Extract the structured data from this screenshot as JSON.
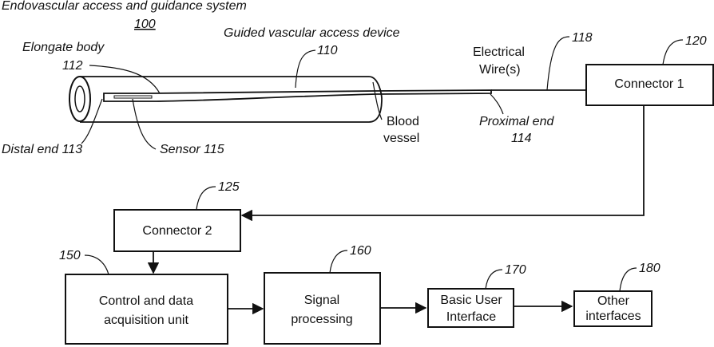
{
  "system": {
    "title": "Endovascular access and guidance system",
    "ref": "100"
  },
  "labels": {
    "device": "Guided vascular access device",
    "device_ref": "110",
    "body": "Elongate body",
    "body_ref": "112",
    "distal": "Distal end 113",
    "sensor": "Sensor 115",
    "vessel_line1": "Blood",
    "vessel_line2": "vessel",
    "proximal": "Proximal end",
    "proximal_ref": "114",
    "wire_line1": "Electrical",
    "wire_line2": "Wire(s)",
    "wire_ref": "118",
    "connector1_ref": "120",
    "connector2_ref": "125",
    "control_ref": "150",
    "signal_ref": "160",
    "ui_ref": "170",
    "other_ref": "180"
  },
  "boxes": {
    "connector1": "Connector 1",
    "connector2": "Connector 2",
    "control_line1": "Control and data",
    "control_line2": "acquisition unit",
    "signal_line1": "Signal",
    "signal_line2": "processing",
    "ui_line1": "Basic User",
    "ui_line2": "Interface",
    "other_line1": "Other",
    "other_line2": "interfaces"
  }
}
